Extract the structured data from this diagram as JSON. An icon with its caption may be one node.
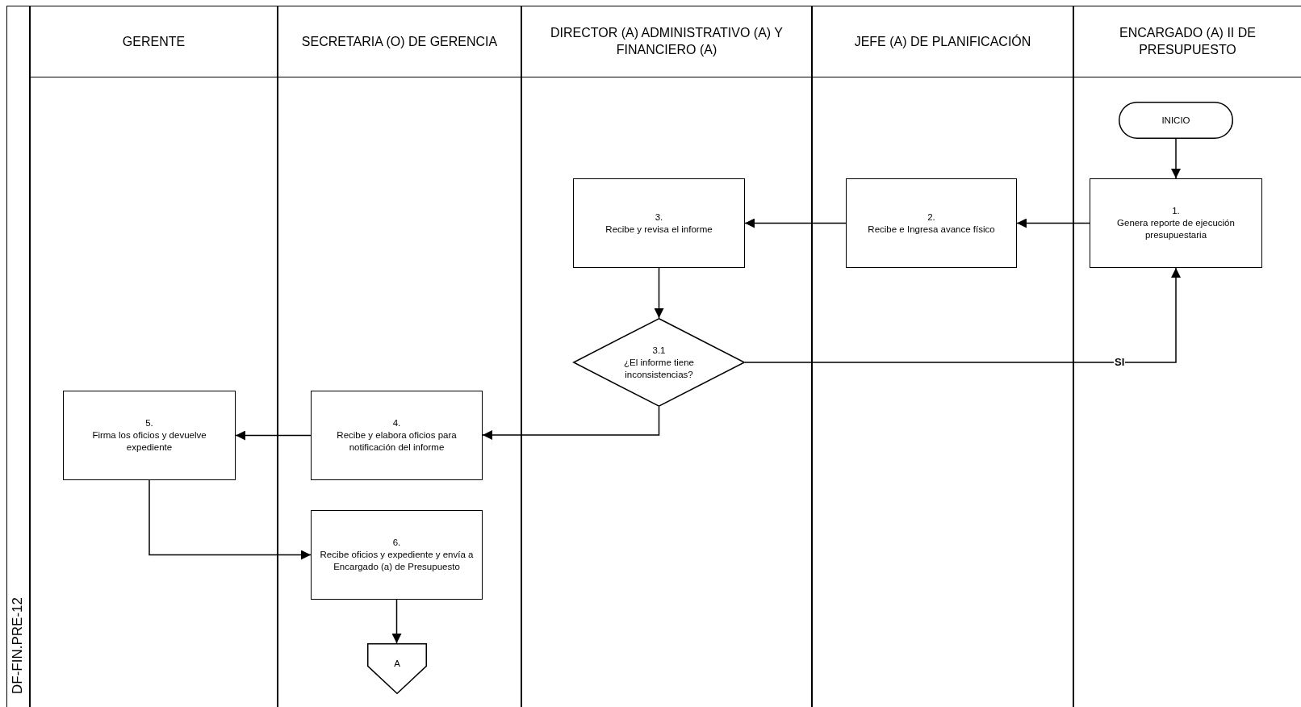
{
  "diagram": {
    "nodes": [
      {
        "text": [
          "GERENTE"
        ]
      },
      {
        "text": [
          "SECRETARIA (O) DE GERENCIA"
        ]
      },
      {
        "text": [
          "DIRECTOR (A) ADMINISTRATIVO (A) Y FINANCIERO (A)"
        ]
      },
      {
        "text": [
          "JEFE (A) DE PLANIFICACIÓN"
        ]
      },
      {
        "text": [
          "ENCARGADO (A) II DE PRESUPUESTO"
        ]
      },
      {
        "text": [
          "INICIO"
        ],
        "in": 4
      },
      {
        "text": [
          "1.",
          "Genera reporte de ejecución presupuestaria"
        ],
        "in": 4
      },
      {
        "text": [
          "2.",
          "Recibe e Ingresa avance físico"
        ],
        "in": 3
      },
      {
        "text": [
          "3.",
          "Recibe y revisa el informe"
        ],
        "in": 2
      },
      {
        "text": [
          "3.1",
          "¿El informe tiene inconsistencias?"
        ],
        "in": 2
      },
      {
        "text": [
          "5.",
          "Firma los oficios y devuelve expediente"
        ],
        "in": 0
      },
      {
        "text": [
          "4.",
          "Recibe y elabora oficios para notificación del informe"
        ],
        "in": 1
      },
      {
        "text": [
          "6.",
          "Recibe oficios y expediente y envía a Encargado (a) de Presupuesto"
        ],
        "in": 1
      },
      {
        "text": [
          "A"
        ],
        "in": 1
      }
    ],
    "edges": [
      {
        "from": 5,
        "to": 6,
        "arrow": "to"
      },
      {
        "from": 6,
        "to": 7,
        "arrow": "to"
      },
      {
        "from": 7,
        "to": 8,
        "arrow": "to"
      },
      {
        "from": 8,
        "to": 9,
        "arrow": "to"
      },
      {
        "from": 9,
        "to": 6,
        "arrow": "to",
        "label": "SI"
      },
      {
        "from": 9,
        "to": 11,
        "arrow": "to"
      },
      {
        "from": 11,
        "to": 10,
        "arrow": "to"
      },
      {
        "from": 10,
        "to": 12,
        "arrow": "to"
      },
      {
        "from": 12,
        "to": 13,
        "arrow": "to"
      }
    ],
    "labels": [
      "DF-FIN.PRE-12"
    ]
  }
}
